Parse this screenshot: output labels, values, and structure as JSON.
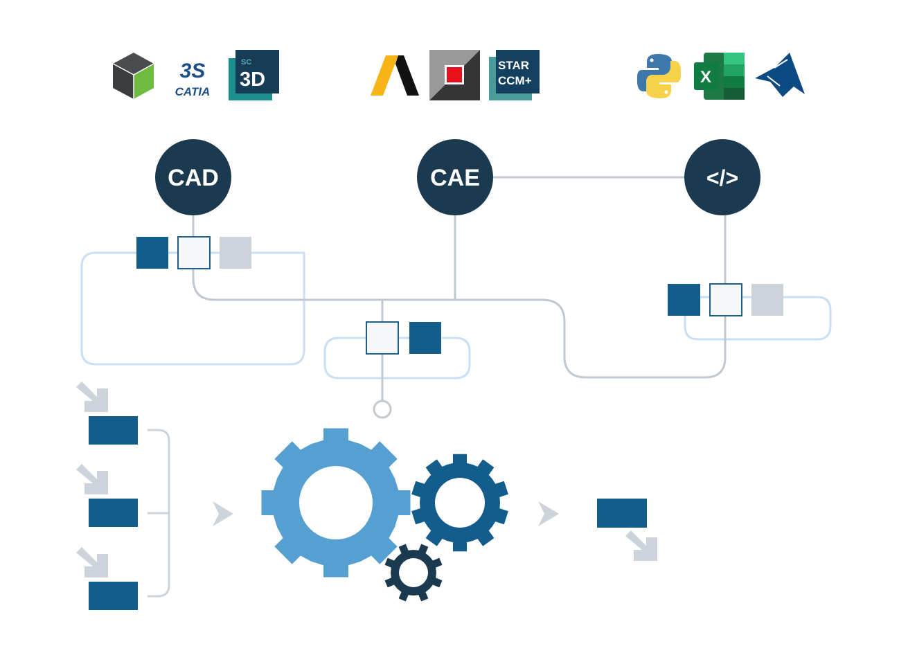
{
  "colors": {
    "node_fill": "#1b3a4f",
    "connector": "#c0c9d1",
    "group_outline": "#c9dff3",
    "block_dark": "#125d8b",
    "block_light": "#f4f6f7",
    "block_light_border": "#1d5f8a",
    "block_grey": "#cdd3da",
    "gear_large": "#55a0d0",
    "gear_medium": "#125d8b",
    "gear_small": "#1b3a4f",
    "arrow_grey": "#cdd3da"
  },
  "logo_groups": [
    {
      "name": "cad-tools",
      "logos": [
        {
          "id": "cube-cad-logo",
          "label": ""
        },
        {
          "id": "catia-logo",
          "label": "CATIA"
        },
        {
          "id": "spaceclaim-logo",
          "label": "3D",
          "sub_label": "SC"
        }
      ]
    },
    {
      "name": "cae-tools",
      "logos": [
        {
          "id": "ansys-logo",
          "label": ""
        },
        {
          "id": "abaqus-logo",
          "label": ""
        },
        {
          "id": "star-ccm-logo",
          "label": "STAR",
          "sub_label": "CCM+"
        }
      ]
    },
    {
      "name": "code-tools",
      "logos": [
        {
          "id": "python-logo",
          "label": ""
        },
        {
          "id": "excel-logo",
          "label": "X"
        },
        {
          "id": "matlab-logo",
          "label": ""
        }
      ]
    }
  ],
  "nodes": [
    {
      "id": "cad",
      "label": "CAD"
    },
    {
      "id": "cae",
      "label": "CAE"
    },
    {
      "id": "code",
      "label": "</>"
    }
  ]
}
